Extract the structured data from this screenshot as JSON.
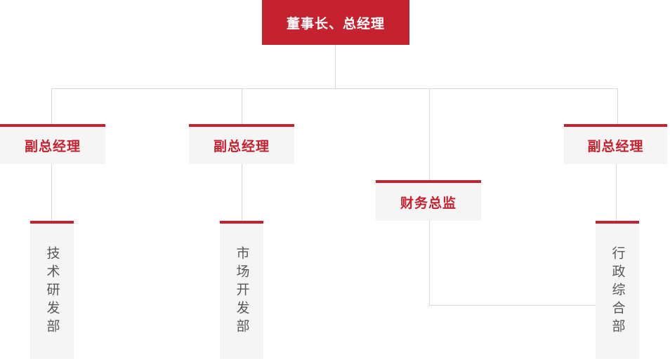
{
  "colors": {
    "accent_red": "#c4222e",
    "box_background": "#f5f5f5",
    "connector_line": "#d8d8d8",
    "department_text": "#58585a",
    "root_text": "#ffffff"
  },
  "org_chart": {
    "type": "org-tree",
    "root": {
      "label": "董事长、总经理"
    },
    "level2": [
      {
        "id": "vp-left",
        "label": "副总经理"
      },
      {
        "id": "vp-middle",
        "label": "副总经理"
      },
      {
        "id": "finance-director",
        "label": "财务总监"
      },
      {
        "id": "vp-right",
        "label": "副总经理"
      }
    ],
    "departments": [
      {
        "id": "tech-rd",
        "label": "技术研发部"
      },
      {
        "id": "market-dev",
        "label": "市场开发部"
      },
      {
        "id": "admin-general",
        "label": "行政综合部"
      }
    ]
  }
}
